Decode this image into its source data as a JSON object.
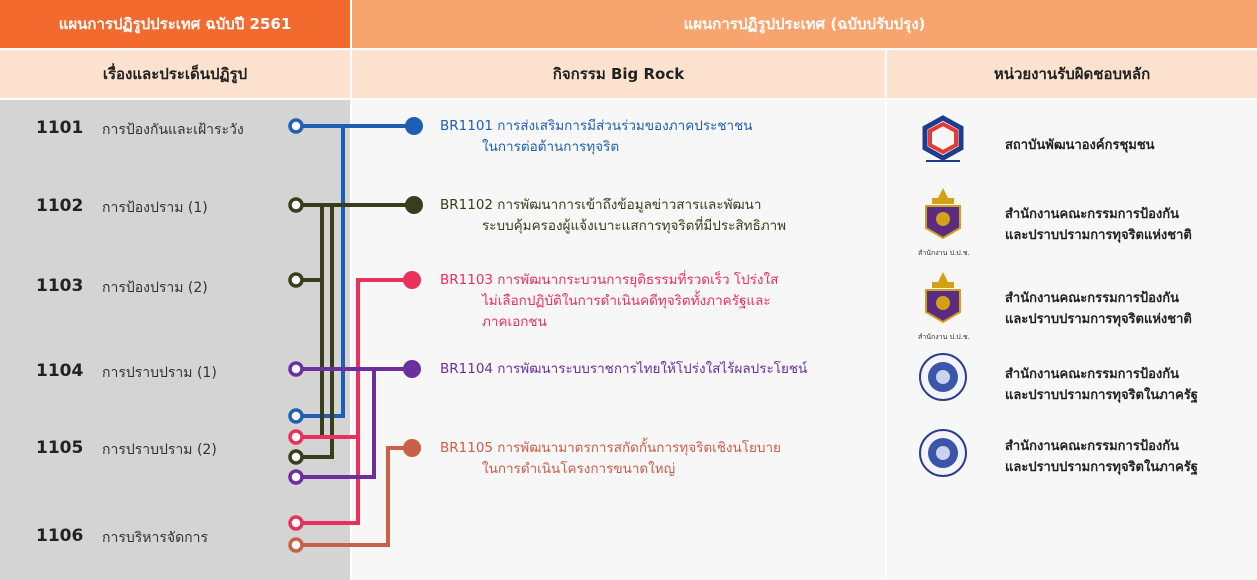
{
  "header": {
    "left_title": "แผนการปฏิรูปประเทศ ฉบับปี 2561",
    "right_title": "แผนการปฏิรูปประเทศ (ฉบับปรับปรุง)",
    "col1": "เรื่องและประเด็นปฏิรูป",
    "col2": "กิจกรรม Big Rock",
    "col3": "หน่วยงานรับผิดชอบหลัก"
  },
  "colors": {
    "header_orange_dark": "#f26a2e",
    "header_orange": "#f7a46e",
    "blue": "#1e5fb4",
    "olive": "#3a3d1c",
    "red": "#e8315b",
    "purple": "#6b2fa0",
    "brick": "#c9604a"
  },
  "topics": [
    {
      "code": "1101",
      "label": "การป้องกันและเฝ้าระวัง"
    },
    {
      "code": "1102",
      "label": "การป้องปราม (1)"
    },
    {
      "code": "1103",
      "label": "การป้องปราม (2)"
    },
    {
      "code": "1104",
      "label": "การปราบปราม (1)"
    },
    {
      "code": "1105",
      "label": "การปราบปราม (2)"
    },
    {
      "code": "1106",
      "label": "การบริหารจัดการ"
    }
  ],
  "big_rocks": [
    {
      "line1": "BR1101 การส่งเสริมการมีส่วนร่วมของภาคประชาชน",
      "line2": "ในการต่อต้านการทุจริต",
      "line3": ""
    },
    {
      "line1": "BR1102  การพัฒนาการเข้าถึงข้อมูลข่าวสารและพัฒนา",
      "line2": "ระบบคุ้มครองผู้แจ้งเบาะแสการทุจริตที่มีประสิทธิภาพ",
      "line3": ""
    },
    {
      "line1": "BR1103 การพัฒนากระบวนการยุติธรรมที่รวดเร็ว โปร่งใส",
      "line2": "ไม่เลือกปฏิบัติในการดำเนินคดีทุจริตทั้งภาครัฐและ",
      "line3": "ภาคเอกชน"
    },
    {
      "line1": "BR1104 การพัฒนาระบบราชการไทยให้โปร่งใสไร้ผลประโยชน์",
      "line2": "",
      "line3": ""
    },
    {
      "line1": "BR1105 การพัฒนามาตรการสกัดกั้นการทุจริตเชิงนโยบาย",
      "line2": "ในการดำเนินโครงการขนาดใหญ่",
      "line3": ""
    }
  ],
  "agencies": [
    {
      "line1": "สถาบันพัฒนาองค์กรชุมชน",
      "line2": "",
      "logo": "codi-logo",
      "logo_caption": ""
    },
    {
      "line1": "สำนักงานคณะกรรมการป้องกัน",
      "line2": "และปราบปรามการทุจริตแห่งชาติ",
      "logo": "nacc-logo",
      "logo_caption": "สำนักงาน ป.ป.ช."
    },
    {
      "line1": "สำนักงานคณะกรรมการป้องกัน",
      "line2": "และปราบปรามการทุจริตแห่งชาติ",
      "logo": "nacc-logo",
      "logo_caption": "สำนักงาน ป.ป.ช."
    },
    {
      "line1": "สำนักงานคณะกรรมการป้องกัน",
      "line2": "และปราบปรามการทุจริตในภาครัฐ",
      "logo": "pacc-seal",
      "logo_caption": ""
    },
    {
      "line1": "สำนักงานคณะกรรมการป้องกัน",
      "line2": "และปราบปรามการทุจริตในภาครัฐ",
      "logo": "pacc-seal",
      "logo_caption": ""
    }
  ]
}
